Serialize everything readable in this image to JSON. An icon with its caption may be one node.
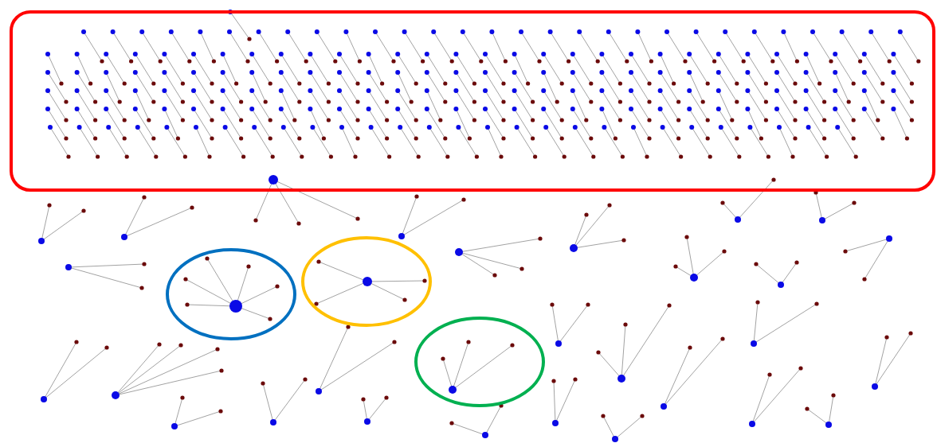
{
  "diagram": {
    "nodes": [
      {
        "text": [],
        "shape": "box"
      },
      {
        "text": [],
        "shape": "circle"
      },
      {
        "text": [],
        "shape": "circle"
      },
      {
        "text": [],
        "shape": "circle"
      }
    ]
  }
}
